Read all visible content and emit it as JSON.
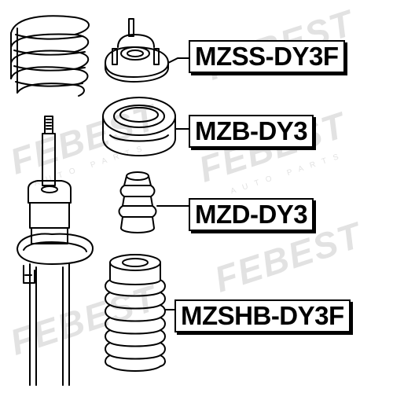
{
  "watermark": {
    "brand": "FEBEST",
    "tagline": "AUTO PARTS"
  },
  "parts": [
    {
      "id": "strut-mount",
      "part_number": "MZSS-DY3F"
    },
    {
      "id": "bearing",
      "part_number": "MZB-DY3"
    },
    {
      "id": "bump-stop",
      "part_number": "MZD-DY3"
    },
    {
      "id": "boot",
      "part_number": "MZSHB-DY3F"
    }
  ],
  "colors": {
    "line": "#000000",
    "background": "#ffffff",
    "watermark": "#e2e2e2"
  }
}
